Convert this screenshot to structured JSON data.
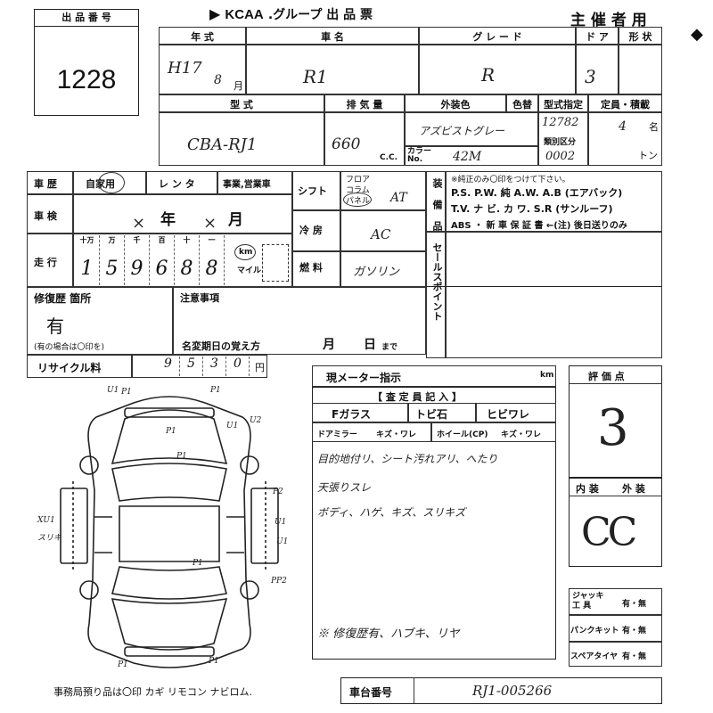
{
  "listing": {
    "label": "出 品 番 号",
    "number": "1228"
  },
  "header": {
    "logo": "KCAA",
    "title": ".グループ 出 品 票",
    "organizer": "主 催 者 用"
  },
  "row1": {
    "year_label": "年 式",
    "car_name_label": "車 名",
    "grade_label": "グ レ ー ド",
    "doors_label": "ド ア",
    "body_label": "形 状",
    "year_era": "H17",
    "year_month": "8",
    "month_unit": "月",
    "car_name": "R1",
    "grade": "R",
    "doors": "3"
  },
  "row2": {
    "model_label": "型 式",
    "displacement_label": "排 気 量",
    "color_label": "外装色",
    "color_change_label": "色替",
    "type_designation_label": "型式指定",
    "capacity_label": "定員・積載",
    "model": "CBA-RJ1",
    "displacement": "660",
    "cc": "C.C.",
    "color": "アズビストグレー",
    "color_no_label": "カラー No.",
    "color_no": "42M",
    "type_designation": "12782",
    "class_label": "類別区分",
    "class_code": "0002",
    "capacity": "4",
    "capacity_unit": "名",
    "load_unit": "トン"
  },
  "history": {
    "label": "車 歴",
    "private": "自家用",
    "rental": "レ ン タ",
    "business": "事業,営業車",
    "shift_label": "シフト",
    "shift_options": [
      "フロア",
      "コラム",
      "パネル"
    ],
    "shift_value": "AT",
    "equipment_label": "装 備 品",
    "equip_note": "※純正のみ〇印をつけて下さい。",
    "equip_line1": "P.S. P.W. 純 A.W. A.B (エアバック)",
    "equip_line2": "T.V. ナ ビ. カ ワ. S.R (サンルーフ)",
    "equip_line3": "ABS ・ 新 車 保 証 書 ←(注) 後日送りのみ"
  },
  "inspection": {
    "label": "車 検",
    "year_val": "×",
    "year_unit": "年",
    "month_val": "×",
    "month_unit": "月",
    "ac_label": "冷 房",
    "ac_value": "AC"
  },
  "mileage": {
    "label": "走 行",
    "digit_headers": [
      "十万",
      "万",
      "千",
      "百",
      "十",
      "一"
    ],
    "digits": [
      "1",
      "5",
      "9",
      "6",
      "8",
      "8"
    ],
    "unit_km": "km",
    "unit_mile": "マイル",
    "fuel_label": "燃 料",
    "fuel_value": "ガソリン"
  },
  "sales_point_label": "セールスポイント",
  "repair": {
    "label": "修復歴 箇所",
    "value": "有",
    "note": "(有の場合は〇印を)",
    "caution_label": "注意事項",
    "name_change_label": "名変期日の覚え方",
    "month": "月",
    "day": "日",
    "until": "まで"
  },
  "recycle": {
    "label": "リサイクル料",
    "digits": [
      "9",
      "5",
      "3",
      "0"
    ],
    "unit": "円"
  },
  "meter": {
    "label": "現メーター指示",
    "unit": "km"
  },
  "inspector": {
    "title": "【 査 定 員 記 入 】",
    "glass": "Fガラス",
    "stone": "トビ石",
    "crack": "ヒビワレ",
    "mirror": "ドアミラー",
    "scratch1": "キズ・ワレ",
    "wheel": "ホイール(CP)",
    "scratch2": "キズ・ワレ",
    "notes": [
      "目的地付リ、シート汚れアリ、へたり",
      "天張りスレ",
      "ボディ、ハゲ、キズ、スリキズ"
    ],
    "footnote": "※ 修復歴有、ハブキ、リヤ"
  },
  "score": {
    "label": "評 価 点",
    "value": "3",
    "interior_label": "内 装",
    "exterior_label": "外 装",
    "interior_exterior": "CC"
  },
  "tools": {
    "jack_label": "ジャッキ 工 具",
    "jack_value": "有・無",
    "puncture_label": "パンクキット",
    "puncture_value": "有・無",
    "spare_label": "スペアタイヤ",
    "spare_value": "有・無"
  },
  "chassis": {
    "label": "車台番号",
    "value": "RJ1-005266"
  },
  "office_note": "事務局預り品は〇印 カギ リモコン ナビロム.",
  "diagram_marks": [
    "P1",
    "P1",
    "U2",
    "P1",
    "U1",
    "P1",
    "P2",
    "U1",
    "XU1",
    "スリキ",
    "P1",
    "PP2",
    "P1",
    "P1",
    "U1",
    "U1"
  ]
}
